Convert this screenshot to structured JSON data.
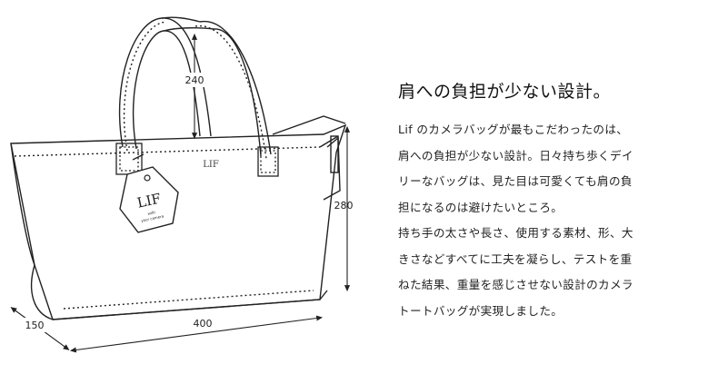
{
  "dimensions": {
    "handle_height": "240",
    "bag_height": "280",
    "bag_width": "400",
    "bag_depth": "150"
  },
  "bag_print": {
    "front_logo": "LIF",
    "tag_logo": "LIF",
    "tag_subtext_1": "with",
    "tag_subtext_2": "your camera"
  },
  "text": {
    "heading": "肩への負担が少ない設計。",
    "lines": [
      "Lif のカメラバッグが最もこだわったのは、",
      "肩への負担が少ない設計。日々持ち歩くデイ",
      "リーなバッグは、見た目は可愛くても肩の負",
      "担になるのは避けたいところ。",
      "持ち手の太さや長さ、使用する素材、形、大",
      "きさなどすべてに工夫を凝らし、テストを重",
      "ねた結果、重量を感じさせない設計のカメラ",
      "トートバッグが実現しました。"
    ]
  },
  "colors": {
    "line": "#222222",
    "background": "#ffffff"
  }
}
